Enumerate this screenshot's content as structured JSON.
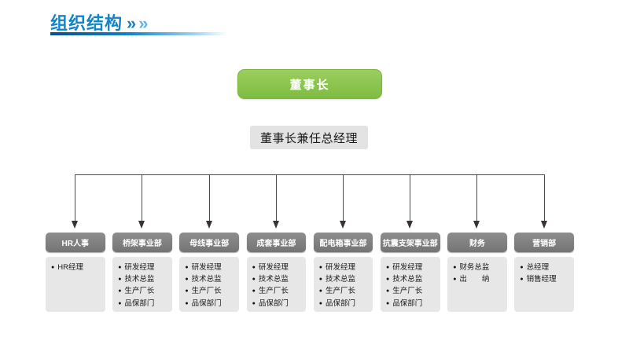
{
  "slide": {
    "title": "组织结构",
    "title_chevron_1": "»",
    "title_chevron_2": "»",
    "chairman": "董事长",
    "general_manager": "董事长兼任总经理"
  },
  "org": {
    "bullet_char": "●",
    "departments": [
      {
        "name": "HR人事",
        "members": [
          "HR经理"
        ]
      },
      {
        "name": "桥架事业部",
        "members": [
          "研发经理",
          "技术总监",
          "生产厂长",
          "品保部门"
        ]
      },
      {
        "name": "母线事业部",
        "members": [
          "研发经理",
          "技术总监",
          "生产厂长",
          "品保部门"
        ]
      },
      {
        "name": "成套事业部",
        "members": [
          "研发经理",
          "技术总监",
          "生产厂长",
          "品保部门"
        ]
      },
      {
        "name": "配电箱事业部",
        "members": [
          "研发经理",
          "技术总监",
          "生产厂长",
          "品保部门"
        ]
      },
      {
        "name": "抗震支架事业部",
        "members": [
          "研发经理",
          "技术总监",
          "生产厂长",
          "品保部门"
        ]
      },
      {
        "name": "财务",
        "members": [
          "财务总监",
          "出　　纳"
        ]
      },
      {
        "name": "营销部",
        "members": [
          "总经理",
          "销售经理"
        ]
      }
    ]
  },
  "colors": {
    "title_blue": "#1484C8",
    "title_blue_light": "#5FB5E3",
    "chairman_green": "#7EBC40",
    "dept_gray": "#7F7F7F",
    "list_bg": "#E7E7E7",
    "line": "#4A4A4A"
  }
}
